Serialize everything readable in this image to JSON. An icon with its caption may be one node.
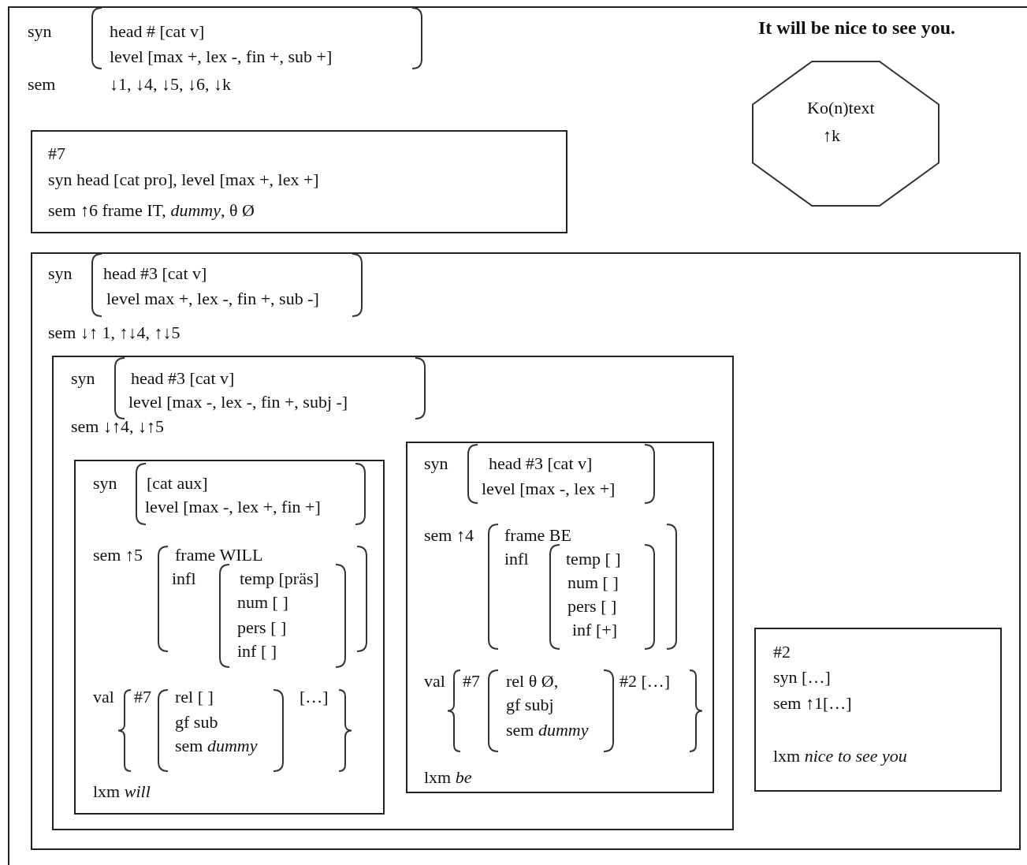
{
  "diagram": {
    "title": "It will be nice to see you.",
    "nodes": [
      {
        "text": [
          "syn",
          "head # [cat v]",
          "level [max +, lex -, fin +, sub +]",
          "sem",
          "↓1, ↓4, ↓5, ↓6, ↓k"
        ]
      },
      {
        "text": [
          "#7",
          "syn head [cat pro], level [max +, lex +]",
          "sem ↑6 frame IT, *dummy*, θ Ø"
        ],
        "in": 0
      },
      {
        "text": [
          "Ko(n)text",
          "↑k"
        ],
        "in": 0
      },
      {
        "text": [
          "syn",
          "head #3 [cat v]",
          "level max +, lex -, fin +, sub -]",
          "sem ↓↑ 1, ↑↓4, ↑↓5"
        ],
        "in": 0
      },
      {
        "text": [
          "syn",
          "head #3 [cat v]",
          "level [max -, lex -, fin +, subj -]",
          "sem ↓↑4, ↓↑5"
        ],
        "in": 3
      },
      {
        "text": [
          "syn",
          "[cat aux]",
          "level [max -, lex +, fin +]",
          "sem ↑5",
          "frame WILL",
          "infl",
          "temp [präs]",
          "num [ ]",
          "pers [ ]",
          "inf [ ]",
          "val",
          "#7",
          "rel [ ]",
          "gf sub",
          "sem *dummy*",
          "[…]",
          "lxm *will*"
        ],
        "in": 4
      },
      {
        "text": [
          "syn",
          "head #3 [cat v]",
          "level [max -, lex +]",
          "sem ↑4",
          "frame BE",
          "infl",
          "temp [ ]",
          "num [ ]",
          "pers [ ]",
          "inf [+]",
          "val",
          "#7",
          "rel θ Ø,",
          "gf subj",
          "sem *dummy*",
          "#2 […]",
          "lxm *be*"
        ],
        "in": 4
      },
      {
        "text": [
          "#2",
          "syn […]",
          "sem ↑1[…]",
          "lxm *nice to see you*"
        ],
        "in": 3
      }
    ]
  }
}
